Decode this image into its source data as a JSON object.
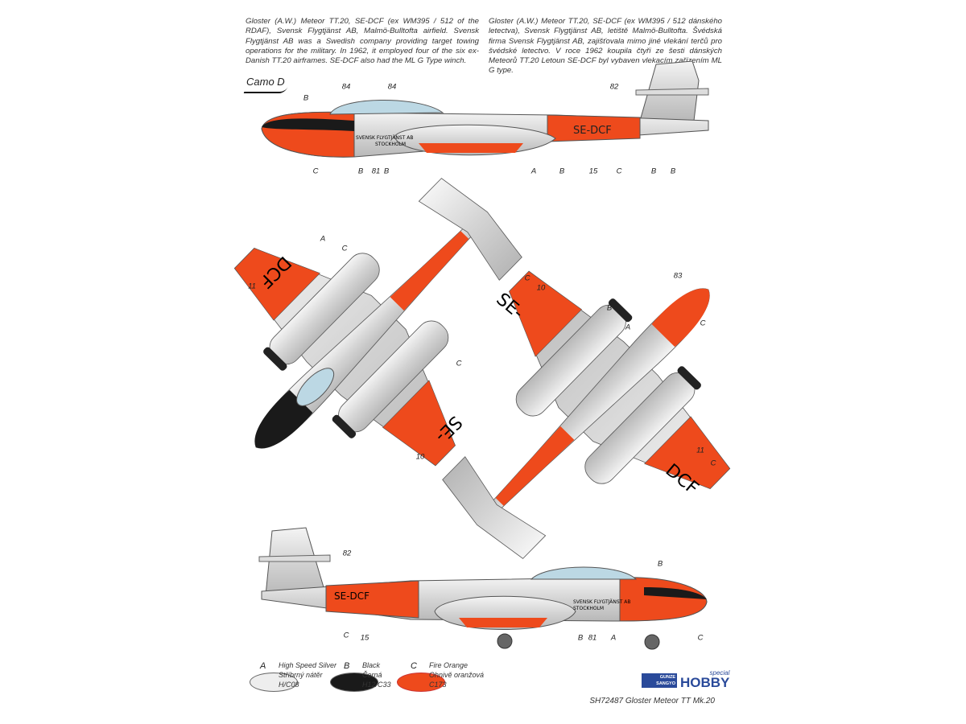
{
  "description": {
    "english": "Gloster (A.W.) Meteor TT.20, SE-DCF (ex WM395 / 512 of the RDAF), Svensk Flygtjänst AB, Malmö-Bulltofta airfield. Svensk Flygtjänst AB was a Swedish company providing target towing operations for the military. In 1962, it employed four of the six ex-Danish TT.20 airframes. SE-DCF also had the ML G Type winch.",
    "czech": "Gloster (A.W.) Meteor TT.20, SE-DCF (ex WM395 / 512 dánského letectva), Svensk Flygtjänst AB, letiště Malmö-Bulltofta. Švédská firma Svensk Flygtjänst AB, zajišťovala mimo jiné vlekání terčů pro švédské letectvo. V roce 1962 koupila čtyři ze šesti dánských Meteorů TT.20 Letoun SE-DCF byl vybaven vlekacím zařízením ML G type."
  },
  "scheme_label": "Camo D",
  "markings": {
    "side_registration": "SE-DCF",
    "wing_left": "SE-",
    "wing_right": "DCF",
    "fuselage_text_1": "SVENSK FLYGTJÄNST AB",
    "fuselage_text_2": "STOCKHOLM"
  },
  "callouts": {
    "top_profile": [
      "B",
      "84",
      "84",
      "82",
      "C",
      "B",
      "81",
      "B",
      "A",
      "B",
      "15",
      "C",
      "B",
      "B"
    ],
    "upper_plan": [
      "A",
      "C",
      "11",
      "C",
      "10"
    ],
    "lower_plan": [
      "C",
      "10",
      "B",
      "83",
      "A",
      "C",
      "11",
      "C"
    ],
    "bottom_profile": [
      "82",
      "B",
      "C",
      "15",
      "B",
      "81",
      "A",
      "C"
    ]
  },
  "legend": [
    {
      "letter": "A",
      "name": "High Speed Silver",
      "name_cz": "Stříbrný nátěr",
      "code": "H/C08",
      "color": "#eeeeee"
    },
    {
      "letter": "B",
      "name": "Black",
      "name_cz": "Černá",
      "code": "H12/C33",
      "color": "#1a1a1a"
    },
    {
      "letter": "C",
      "name": "Fire Orange",
      "name_cz": "Ohnivě oranžová",
      "code": "C173",
      "color": "#ee4a1c"
    }
  ],
  "logos": {
    "gunze": "GUNZE SANGYO",
    "special": "special",
    "hobby": "HOBBY"
  },
  "footer": "SH72487  Gloster Meteor TT Mk.20"
}
